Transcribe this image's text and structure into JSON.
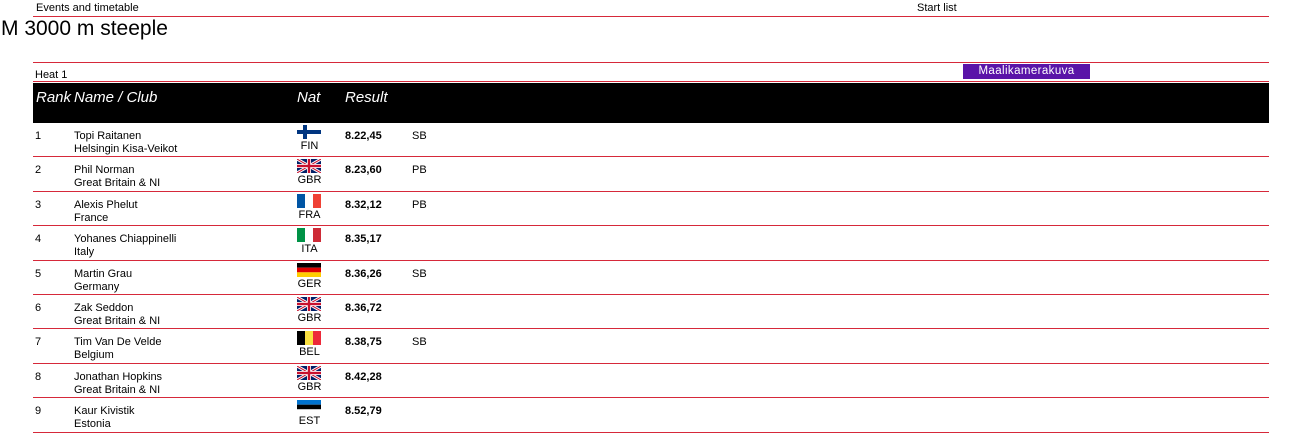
{
  "nav": {
    "events_link": "Events and timetable",
    "startlist_link": "Start list"
  },
  "event": {
    "title": "M 3000 m steeple"
  },
  "heat": {
    "label": "Heat 1",
    "photo_button": "Maalikamerakuva"
  },
  "table": {
    "headers": {
      "rank": "Rank",
      "name": "Name / Club",
      "nat": "Nat",
      "result": "Result"
    },
    "rows": [
      {
        "rank": "1",
        "name": "Topi Raitanen",
        "club": "Helsingin Kisa-Veikot",
        "nat": "FIN",
        "flag": "flag-fin-icon",
        "result": "8.22,45",
        "note": "SB"
      },
      {
        "rank": "2",
        "name": "Phil Norman",
        "club": "Great Britain & NI",
        "nat": "GBR",
        "flag": "flag-gbr-icon",
        "result": "8.23,60",
        "note": "PB"
      },
      {
        "rank": "3",
        "name": "Alexis Phelut",
        "club": "France",
        "nat": "FRA",
        "flag": "flag-fra-icon",
        "result": "8.32,12",
        "note": "PB"
      },
      {
        "rank": "4",
        "name": "Yohanes Chiappinelli",
        "club": "Italy",
        "nat": "ITA",
        "flag": "flag-ita-icon",
        "result": "8.35,17",
        "note": ""
      },
      {
        "rank": "5",
        "name": "Martin Grau",
        "club": "Germany",
        "nat": "GER",
        "flag": "flag-ger-icon",
        "result": "8.36,26",
        "note": "SB"
      },
      {
        "rank": "6",
        "name": "Zak Seddon",
        "club": "Great Britain & NI",
        "nat": "GBR",
        "flag": "flag-gbr-icon",
        "result": "8.36,72",
        "note": ""
      },
      {
        "rank": "7",
        "name": "Tim Van De Velde",
        "club": "Belgium",
        "nat": "BEL",
        "flag": "flag-bel-icon",
        "result": "8.38,75",
        "note": "SB"
      },
      {
        "rank": "8",
        "name": "Jonathan Hopkins",
        "club": "Great Britain & NI",
        "nat": "GBR",
        "flag": "flag-gbr-icon",
        "result": "8.42,28",
        "note": ""
      },
      {
        "rank": "9",
        "name": "Kaur Kivistik",
        "club": "Estonia",
        "nat": "EST",
        "flag": "flag-est-icon",
        "result": "8.52,79",
        "note": ""
      }
    ]
  },
  "colors": {
    "accent_line": "#d6293a",
    "photo_button_bg": "#5a14a8",
    "header_bg": "#000000"
  }
}
